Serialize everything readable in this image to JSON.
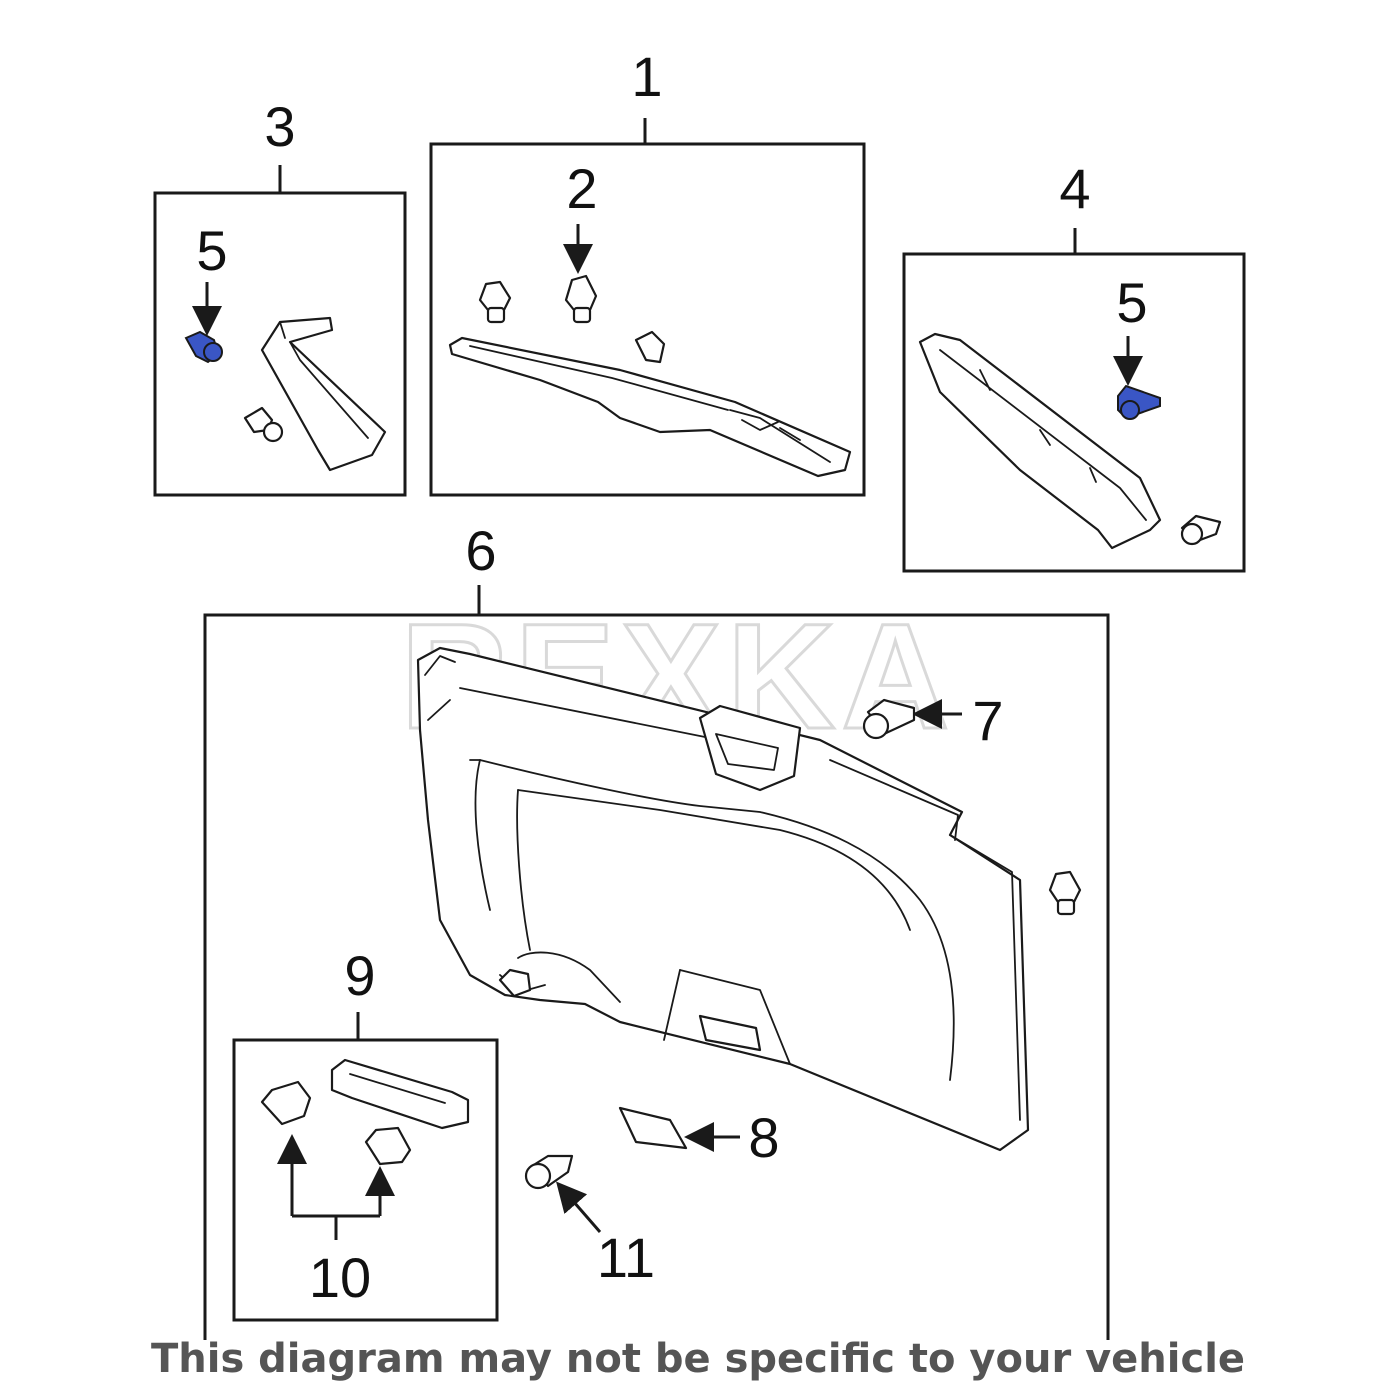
{
  "watermark": "REXKA",
  "disclaimer": "This diagram may not be specific to your vehicle",
  "highlight_color": "#3a56c5",
  "callouts": {
    "c1": "1",
    "c2": "2",
    "c3": "3",
    "c4": "4",
    "c5a": "5",
    "c5b": "5",
    "c6": "6",
    "c7": "7",
    "c8": "8",
    "c9": "9",
    "c10": "10",
    "c11": "11"
  }
}
